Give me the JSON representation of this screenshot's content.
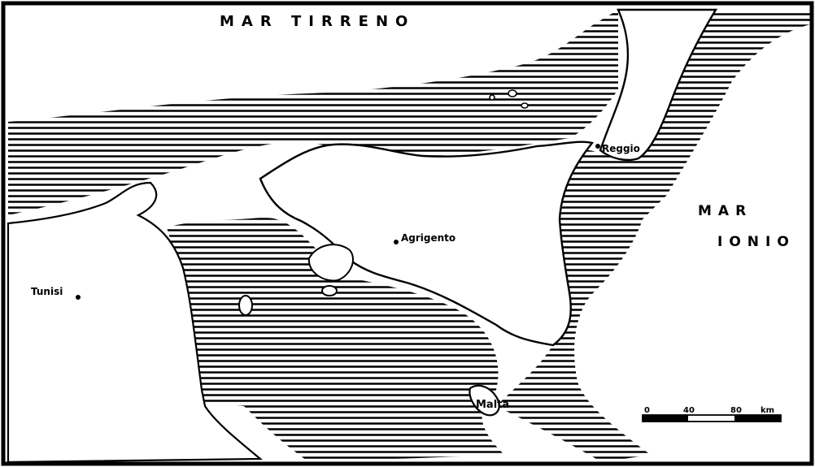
{
  "labels": {
    "sea_north": "MAR TIRRENO",
    "sea_east_line1": "MAR",
    "sea_east_line2": "IONIO",
    "city_reggio": "Reggio",
    "city_agrigento": "Agrigento",
    "city_tunisi": "Tunisi",
    "city_malta": "Malta"
  },
  "scale_bar": {
    "ticks": [
      "0",
      "40",
      "80",
      "km"
    ]
  },
  "colors": {
    "ink": "#000000",
    "paper": "#ffffff"
  }
}
